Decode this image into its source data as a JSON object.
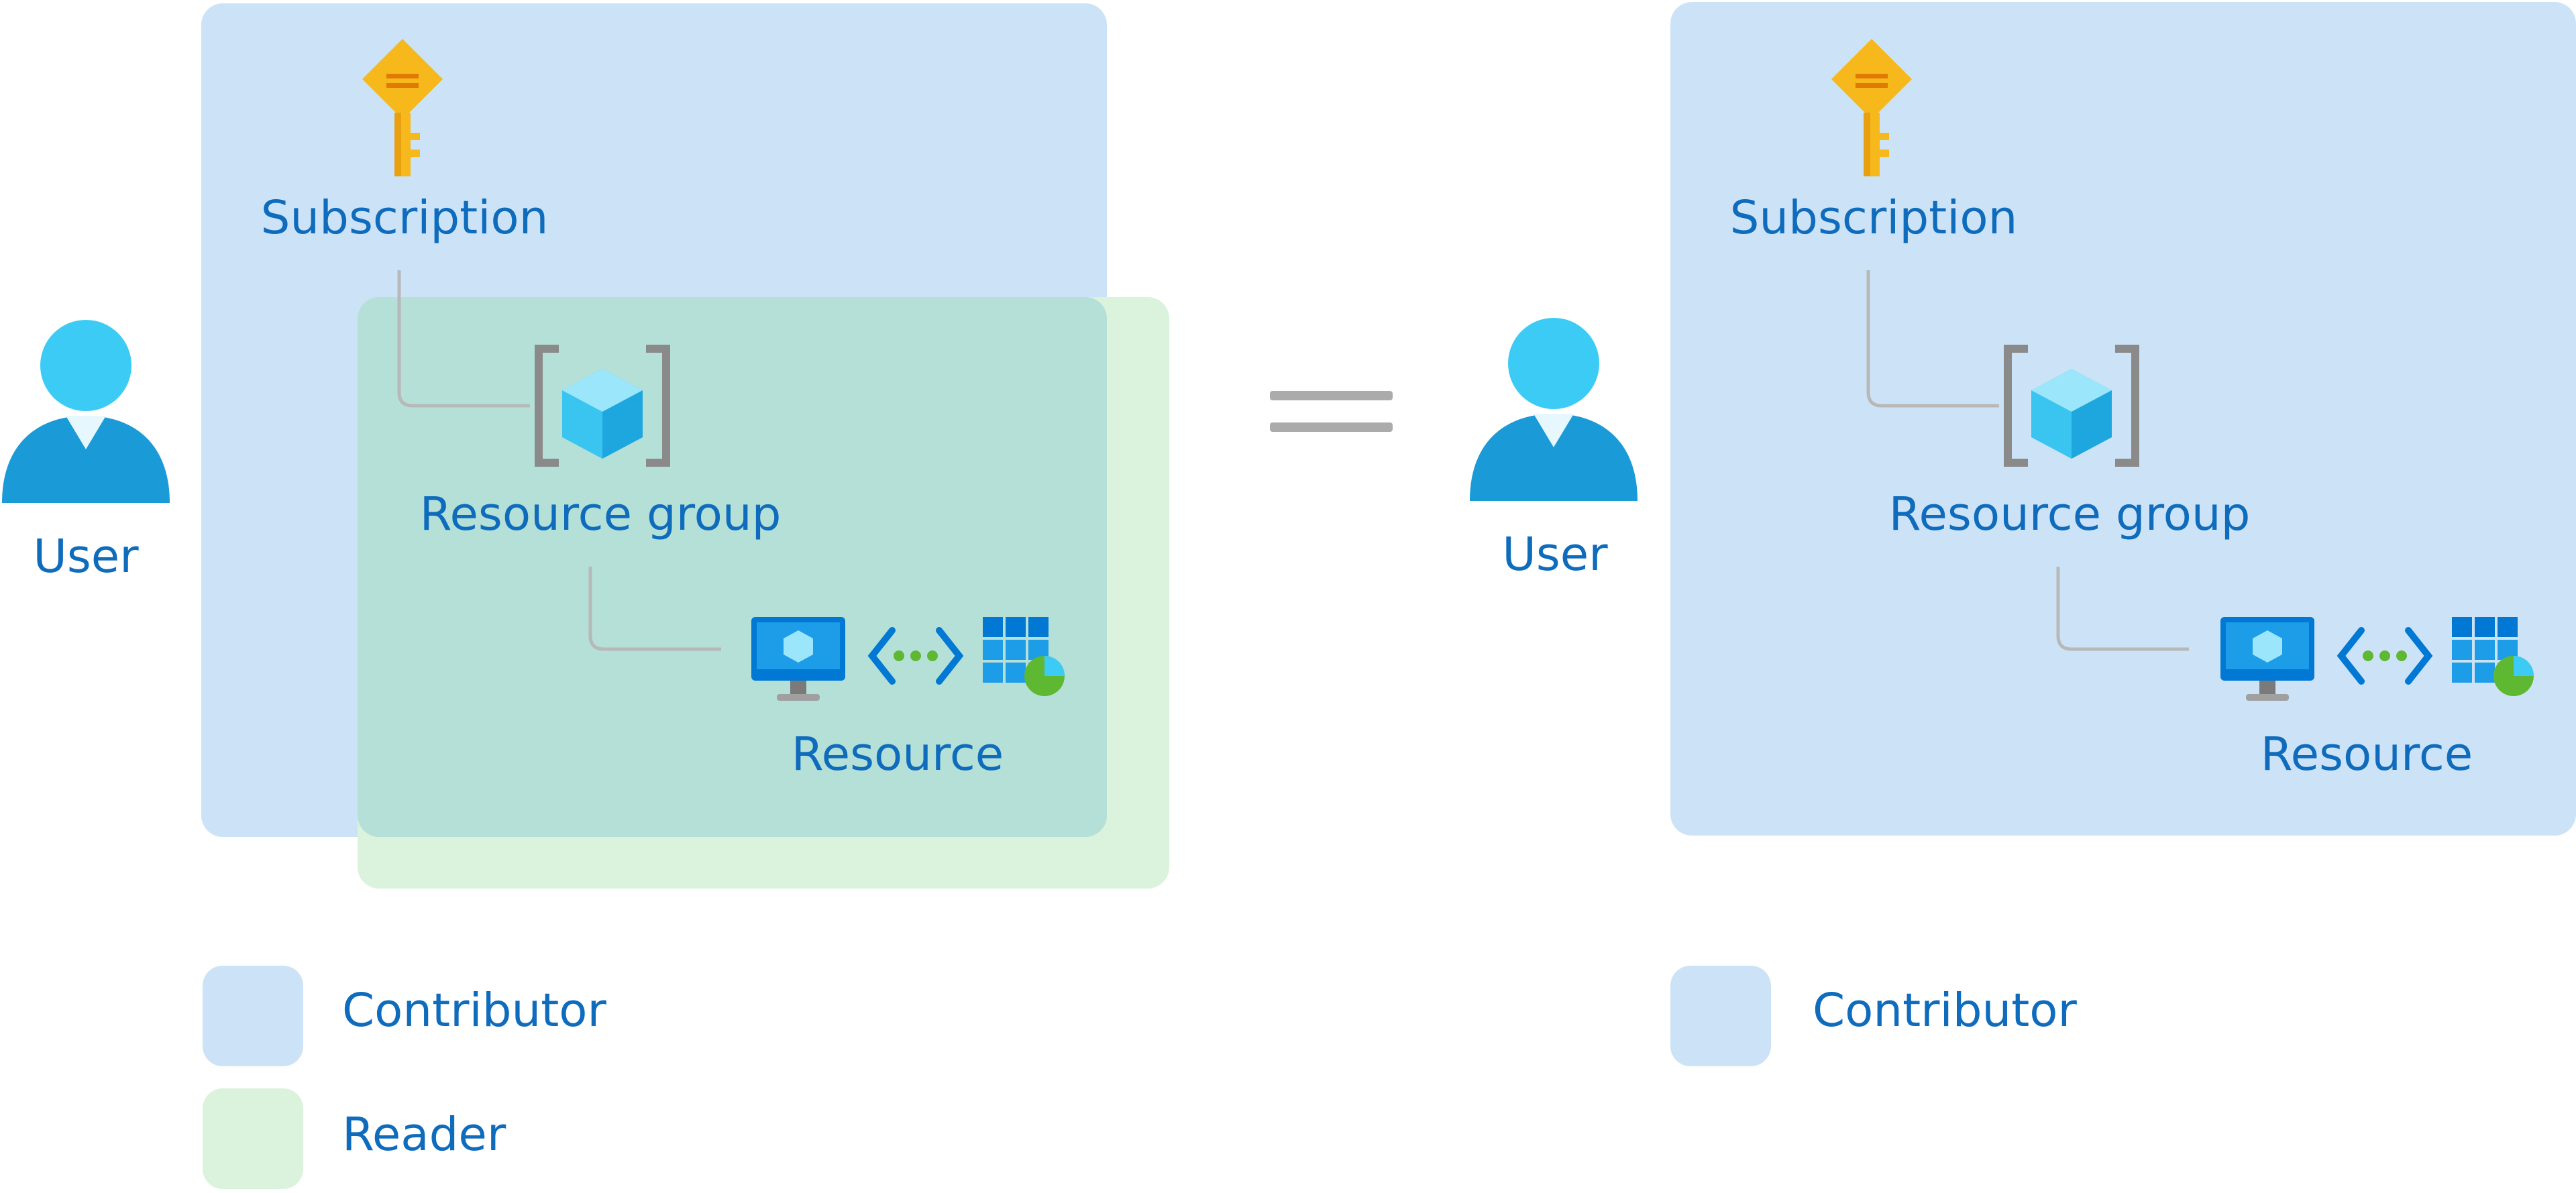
{
  "colors": {
    "contributor_fill": "#cce3f7",
    "reader_fill": "#dbf2dc",
    "overlap_fill": "#b4e0d7",
    "text": "#0f6cbd",
    "connector": "#b8b8b8",
    "equals": "#ababab",
    "key": "#f6b81a",
    "user_head": "#3ccbf4",
    "user_body": "#1a9ad6"
  },
  "left": {
    "user_label": "User",
    "subscription_label": "Subscription",
    "resource_group_label": "Resource group",
    "resource_label": "Resource",
    "icons": [
      "user-icon",
      "key-icon",
      "resource-group-icon",
      "virtual-machine-icon",
      "virtual-network-icon",
      "sql-database-icon"
    ]
  },
  "right": {
    "user_label": "User",
    "subscription_label": "Subscription",
    "resource_group_label": "Resource group",
    "resource_label": "Resource",
    "icons": [
      "user-icon",
      "key-icon",
      "resource-group-icon",
      "virtual-machine-icon",
      "virtual-network-icon",
      "sql-database-icon"
    ]
  },
  "legend_left": {
    "items": [
      {
        "label": "Contributor",
        "color": "#cce3f7"
      },
      {
        "label": "Reader",
        "color": "#dbf2dc"
      }
    ]
  },
  "legend_right": {
    "items": [
      {
        "label": "Contributor",
        "color": "#cce3f7"
      }
    ]
  }
}
